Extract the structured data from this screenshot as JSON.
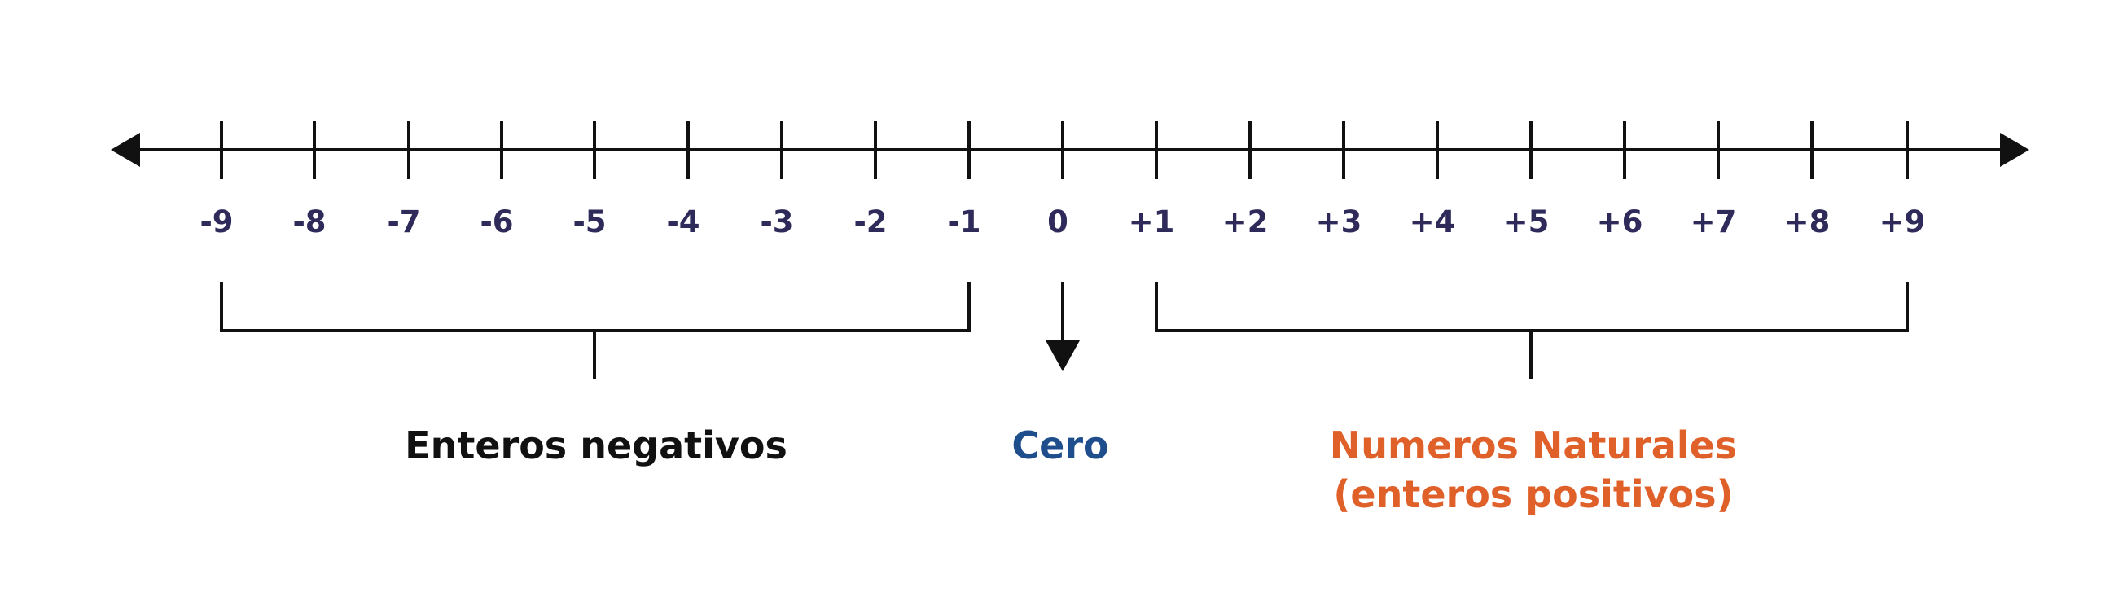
{
  "number_line": {
    "ticks": [
      {
        "value": -9,
        "label": "-9"
      },
      {
        "value": -8,
        "label": "-8"
      },
      {
        "value": -7,
        "label": "-7"
      },
      {
        "value": -6,
        "label": "-6"
      },
      {
        "value": -5,
        "label": "-5"
      },
      {
        "value": -4,
        "label": "-4"
      },
      {
        "value": -3,
        "label": "-3"
      },
      {
        "value": -2,
        "label": "-2"
      },
      {
        "value": -1,
        "label": "-1"
      },
      {
        "value": 0,
        "label": "0"
      },
      {
        "value": 1,
        "label": "+1"
      },
      {
        "value": 2,
        "label": "+2"
      },
      {
        "value": 3,
        "label": "+3"
      },
      {
        "value": 4,
        "label": "+4"
      },
      {
        "value": 5,
        "label": "+5"
      },
      {
        "value": 6,
        "label": "+6"
      },
      {
        "value": 7,
        "label": "+7"
      },
      {
        "value": 8,
        "label": "+8"
      },
      {
        "value": 9,
        "label": "+9"
      }
    ]
  },
  "groups": {
    "negative": {
      "label": "Enteros negativos",
      "from": -9,
      "to": -1
    },
    "zero": {
      "label": "Cero",
      "value": 0
    },
    "positive": {
      "line1": "Numeros Naturales",
      "line2": "(enteros positivos)",
      "from": 1,
      "to": 9
    }
  },
  "colors": {
    "line": "#111111",
    "tick_label": "#2e2a5a",
    "negative_label": "#111111",
    "zero_label": "#1f4e8c",
    "positive_label": "#e0602a"
  }
}
